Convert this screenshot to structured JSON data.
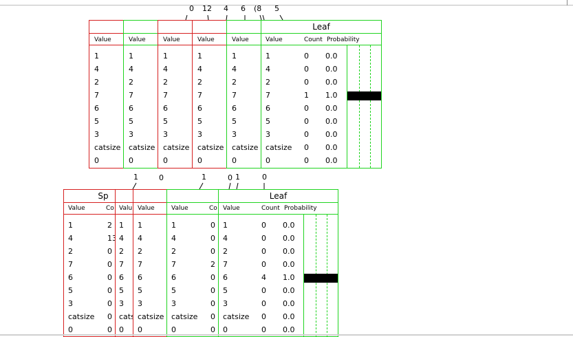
{
  "edge_labels_top": [
    "0",
    "12",
    "4",
    "6",
    "(8",
    "5"
  ],
  "edge_labels_mid": [
    "1",
    "0",
    "1",
    "0",
    "1",
    "0"
  ],
  "column_header": "Value",
  "rows": [
    "1",
    "4",
    "2",
    "7",
    "6",
    "5",
    "3",
    "catsize",
    "0"
  ],
  "leaf_top": {
    "title": "Leaf",
    "headers": [
      "Value",
      "Count",
      "Probability"
    ],
    "values": [
      "1",
      "4",
      "2",
      "7",
      "6",
      "5",
      "3",
      "catsize",
      "0"
    ],
    "counts": [
      "0",
      "0",
      "0",
      "1",
      "0",
      "0",
      "0",
      "0",
      "0"
    ],
    "probs": [
      "0.0",
      "0.0",
      "0.0",
      "1.0",
      "0.0",
      "0.0",
      "0.0",
      "0.0",
      "0.0"
    ],
    "prob_fraction": [
      0,
      0,
      0,
      1,
      0,
      0,
      0,
      0,
      0
    ]
  },
  "split_bottom": {
    "title": "Sp",
    "headers": [
      "Value",
      "Co"
    ],
    "values": [
      "1",
      "4",
      "2",
      "7",
      "6",
      "5",
      "3",
      "catsize",
      "0"
    ],
    "counts": [
      "2",
      "13",
      "0",
      "0",
      "0",
      "0",
      "0",
      "0",
      "0"
    ]
  },
  "narrow_bottom": {
    "header": "Valu",
    "values": [
      "1",
      "4",
      "2",
      "7",
      "6",
      "5",
      "3",
      "cats",
      "0"
    ]
  },
  "green_bottom": {
    "headers": [
      "Value",
      "Co"
    ],
    "values": [
      "1",
      "4",
      "2",
      "7",
      "6",
      "5",
      "3",
      "catsize",
      "0"
    ],
    "counts": [
      "0",
      "0",
      "0",
      "2",
      "0",
      "0",
      "0",
      "0",
      "0"
    ]
  },
  "leaf_bottom": {
    "title": "Leaf",
    "headers": [
      "Value",
      "Count",
      "Probability"
    ],
    "values": [
      "1",
      "4",
      "2",
      "7",
      "6",
      "5",
      "3",
      "catsize",
      "0"
    ],
    "counts": [
      "0",
      "0",
      "0",
      "0",
      "4",
      "0",
      "0",
      "0",
      "0"
    ],
    "probs": [
      "0.0",
      "0.0",
      "0.0",
      "0.0",
      "1.0",
      "0.0",
      "0.0",
      "0.0",
      "0.0"
    ],
    "prob_fraction": [
      0,
      0,
      0,
      0,
      1,
      0,
      0,
      0,
      0
    ]
  },
  "colors": {
    "split_border": "#d62020",
    "leaf_border": "#1fd41f",
    "bar": "#000000"
  }
}
